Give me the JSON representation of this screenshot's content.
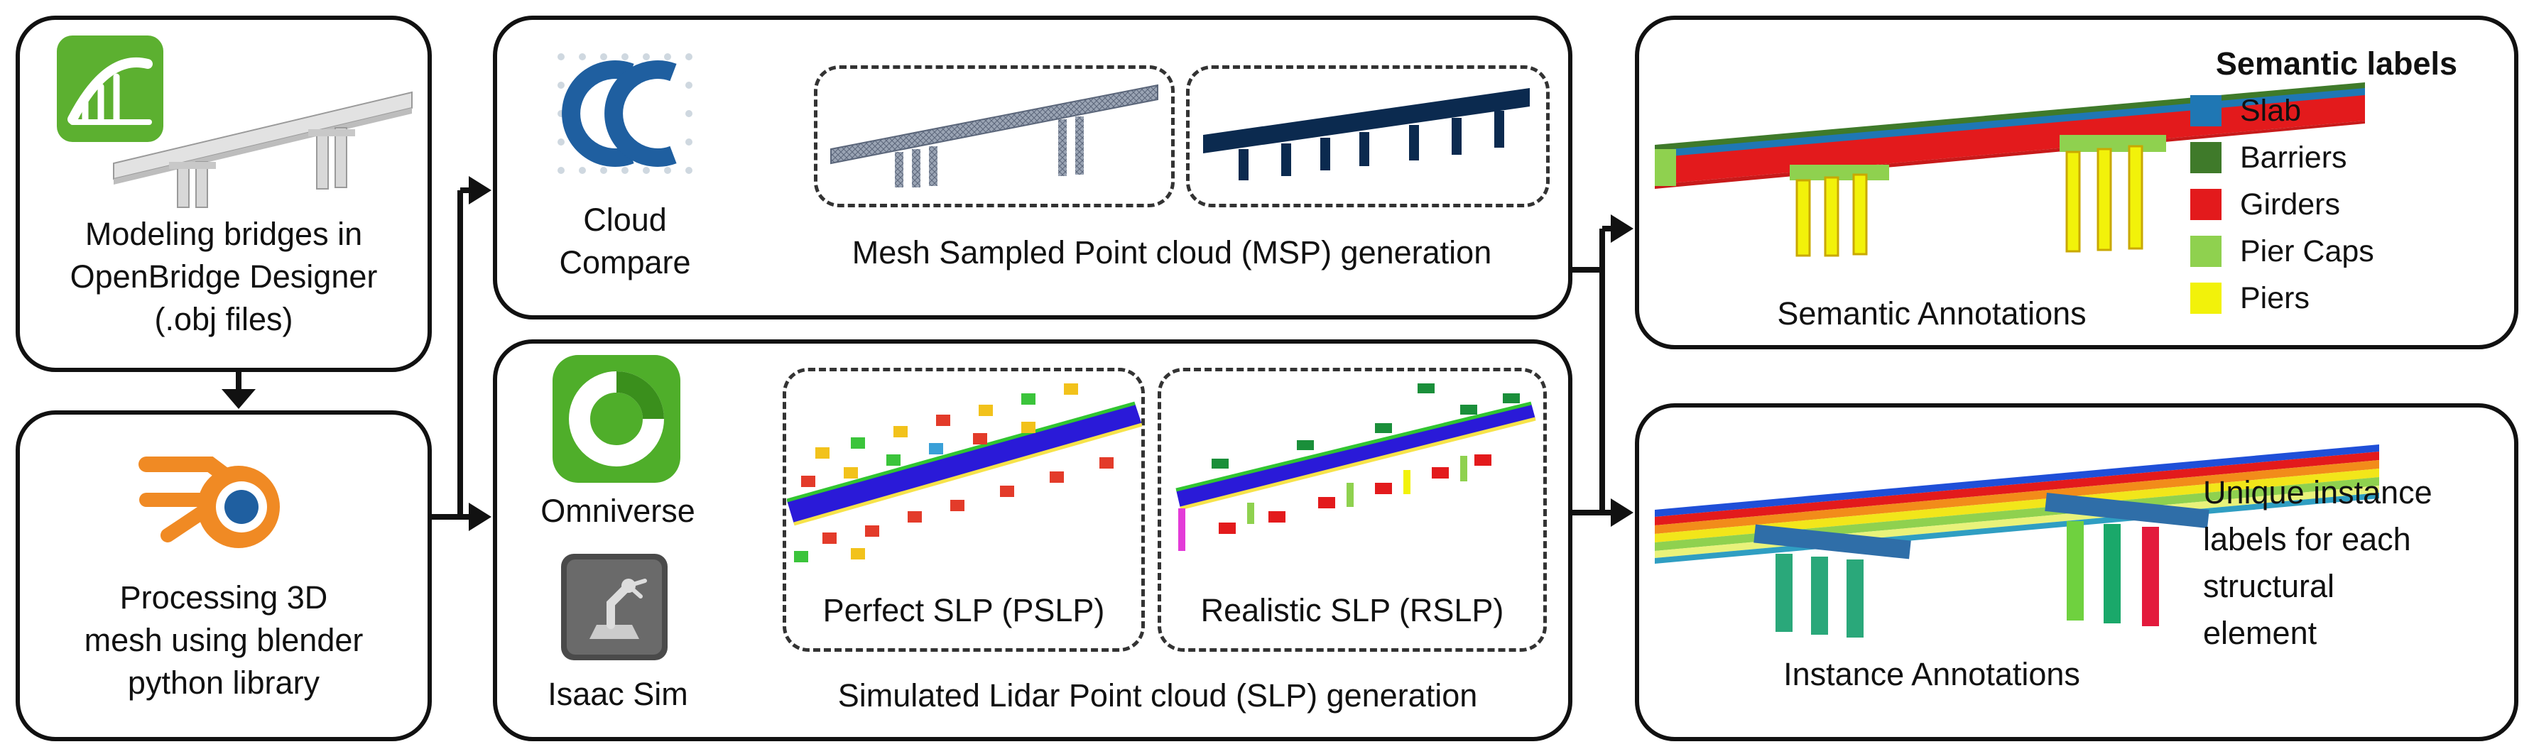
{
  "modeling": {
    "caption_lines": [
      "Modeling bridges in",
      "OpenBridge Designer",
      "(.obj files)"
    ],
    "icon": "openbridge-designer-icon"
  },
  "processing": {
    "caption_lines": [
      "Processing 3D",
      "mesh using blender",
      "python library"
    ],
    "icon": "blender-icon"
  },
  "msp": {
    "tool_lines": [
      "Cloud",
      "Compare"
    ],
    "tool_icon": "cloudcompare-icon",
    "caption": "Mesh Sampled Point cloud (MSP) generation"
  },
  "slp": {
    "tool1": "Omniverse",
    "tool1_icon": "omniverse-icon",
    "tool2": "Isaac Sim",
    "tool2_icon": "isaac-sim-icon",
    "perfect_label": "Perfect SLP (PSLP)",
    "realistic_label": "Realistic SLP (RSLP)",
    "caption": "Simulated Lidar Point cloud (SLP) generation"
  },
  "semantic": {
    "caption": "Semantic Annotations",
    "legend_title": "Semantic labels",
    "legend": [
      {
        "label": "Slab",
        "color": "#1f77b4"
      },
      {
        "label": "Barriers",
        "color": "#3f7a2a"
      },
      {
        "label": "Girders",
        "color": "#e31a1c"
      },
      {
        "label": "Pier Caps",
        "color": "#8fd14f"
      },
      {
        "label": "Piers",
        "color": "#f2f20a"
      }
    ]
  },
  "instance": {
    "caption": "Instance Annotations",
    "note_lines": [
      "Unique instance",
      "labels for each",
      "structural",
      "element"
    ]
  }
}
